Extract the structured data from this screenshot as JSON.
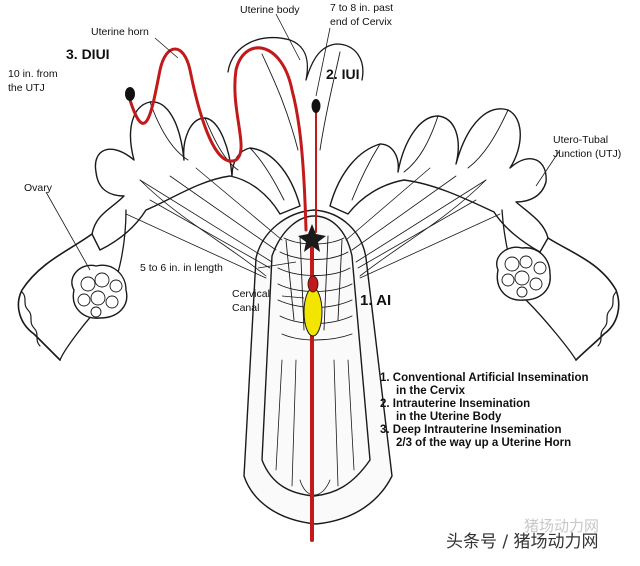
{
  "labels": {
    "uterine_horn": "Uterine horn",
    "uterine_body": "Uterine body",
    "past_cervix_1": "7 to 8 in. past",
    "past_cervix_2": "end of Cervix",
    "diui": "3. DIUI",
    "iui": "2. IUI",
    "ai": "1. AI",
    "from_utj_1": "10 in. from",
    "from_utj_2": "the UTJ",
    "ovary": "Ovary",
    "utj_1": "Utero-Tubal",
    "utj_2": "Junction (UTJ)",
    "length": "5 to 6 in. in length",
    "cervical_1": "Cervical",
    "cervical_2": "Canal"
  },
  "legend": {
    "l1a": "1. Conventional Artificial Insemination",
    "l1b": "in the Cervix",
    "l2a": "2. Intrauterine Insemination",
    "l2b": "in the Uterine Body",
    "l3a": "3. Deep Intrauterine Insemination",
    "l3b": "2/3 of the way up a Uterine Horn"
  },
  "watermark": {
    "source": "头条号 / 猪场动力网",
    "brand": "猪场动力网"
  },
  "colors": {
    "catheter": "#c21a1a",
    "semen": "#f2e600",
    "outline": "#1a1a1a"
  }
}
